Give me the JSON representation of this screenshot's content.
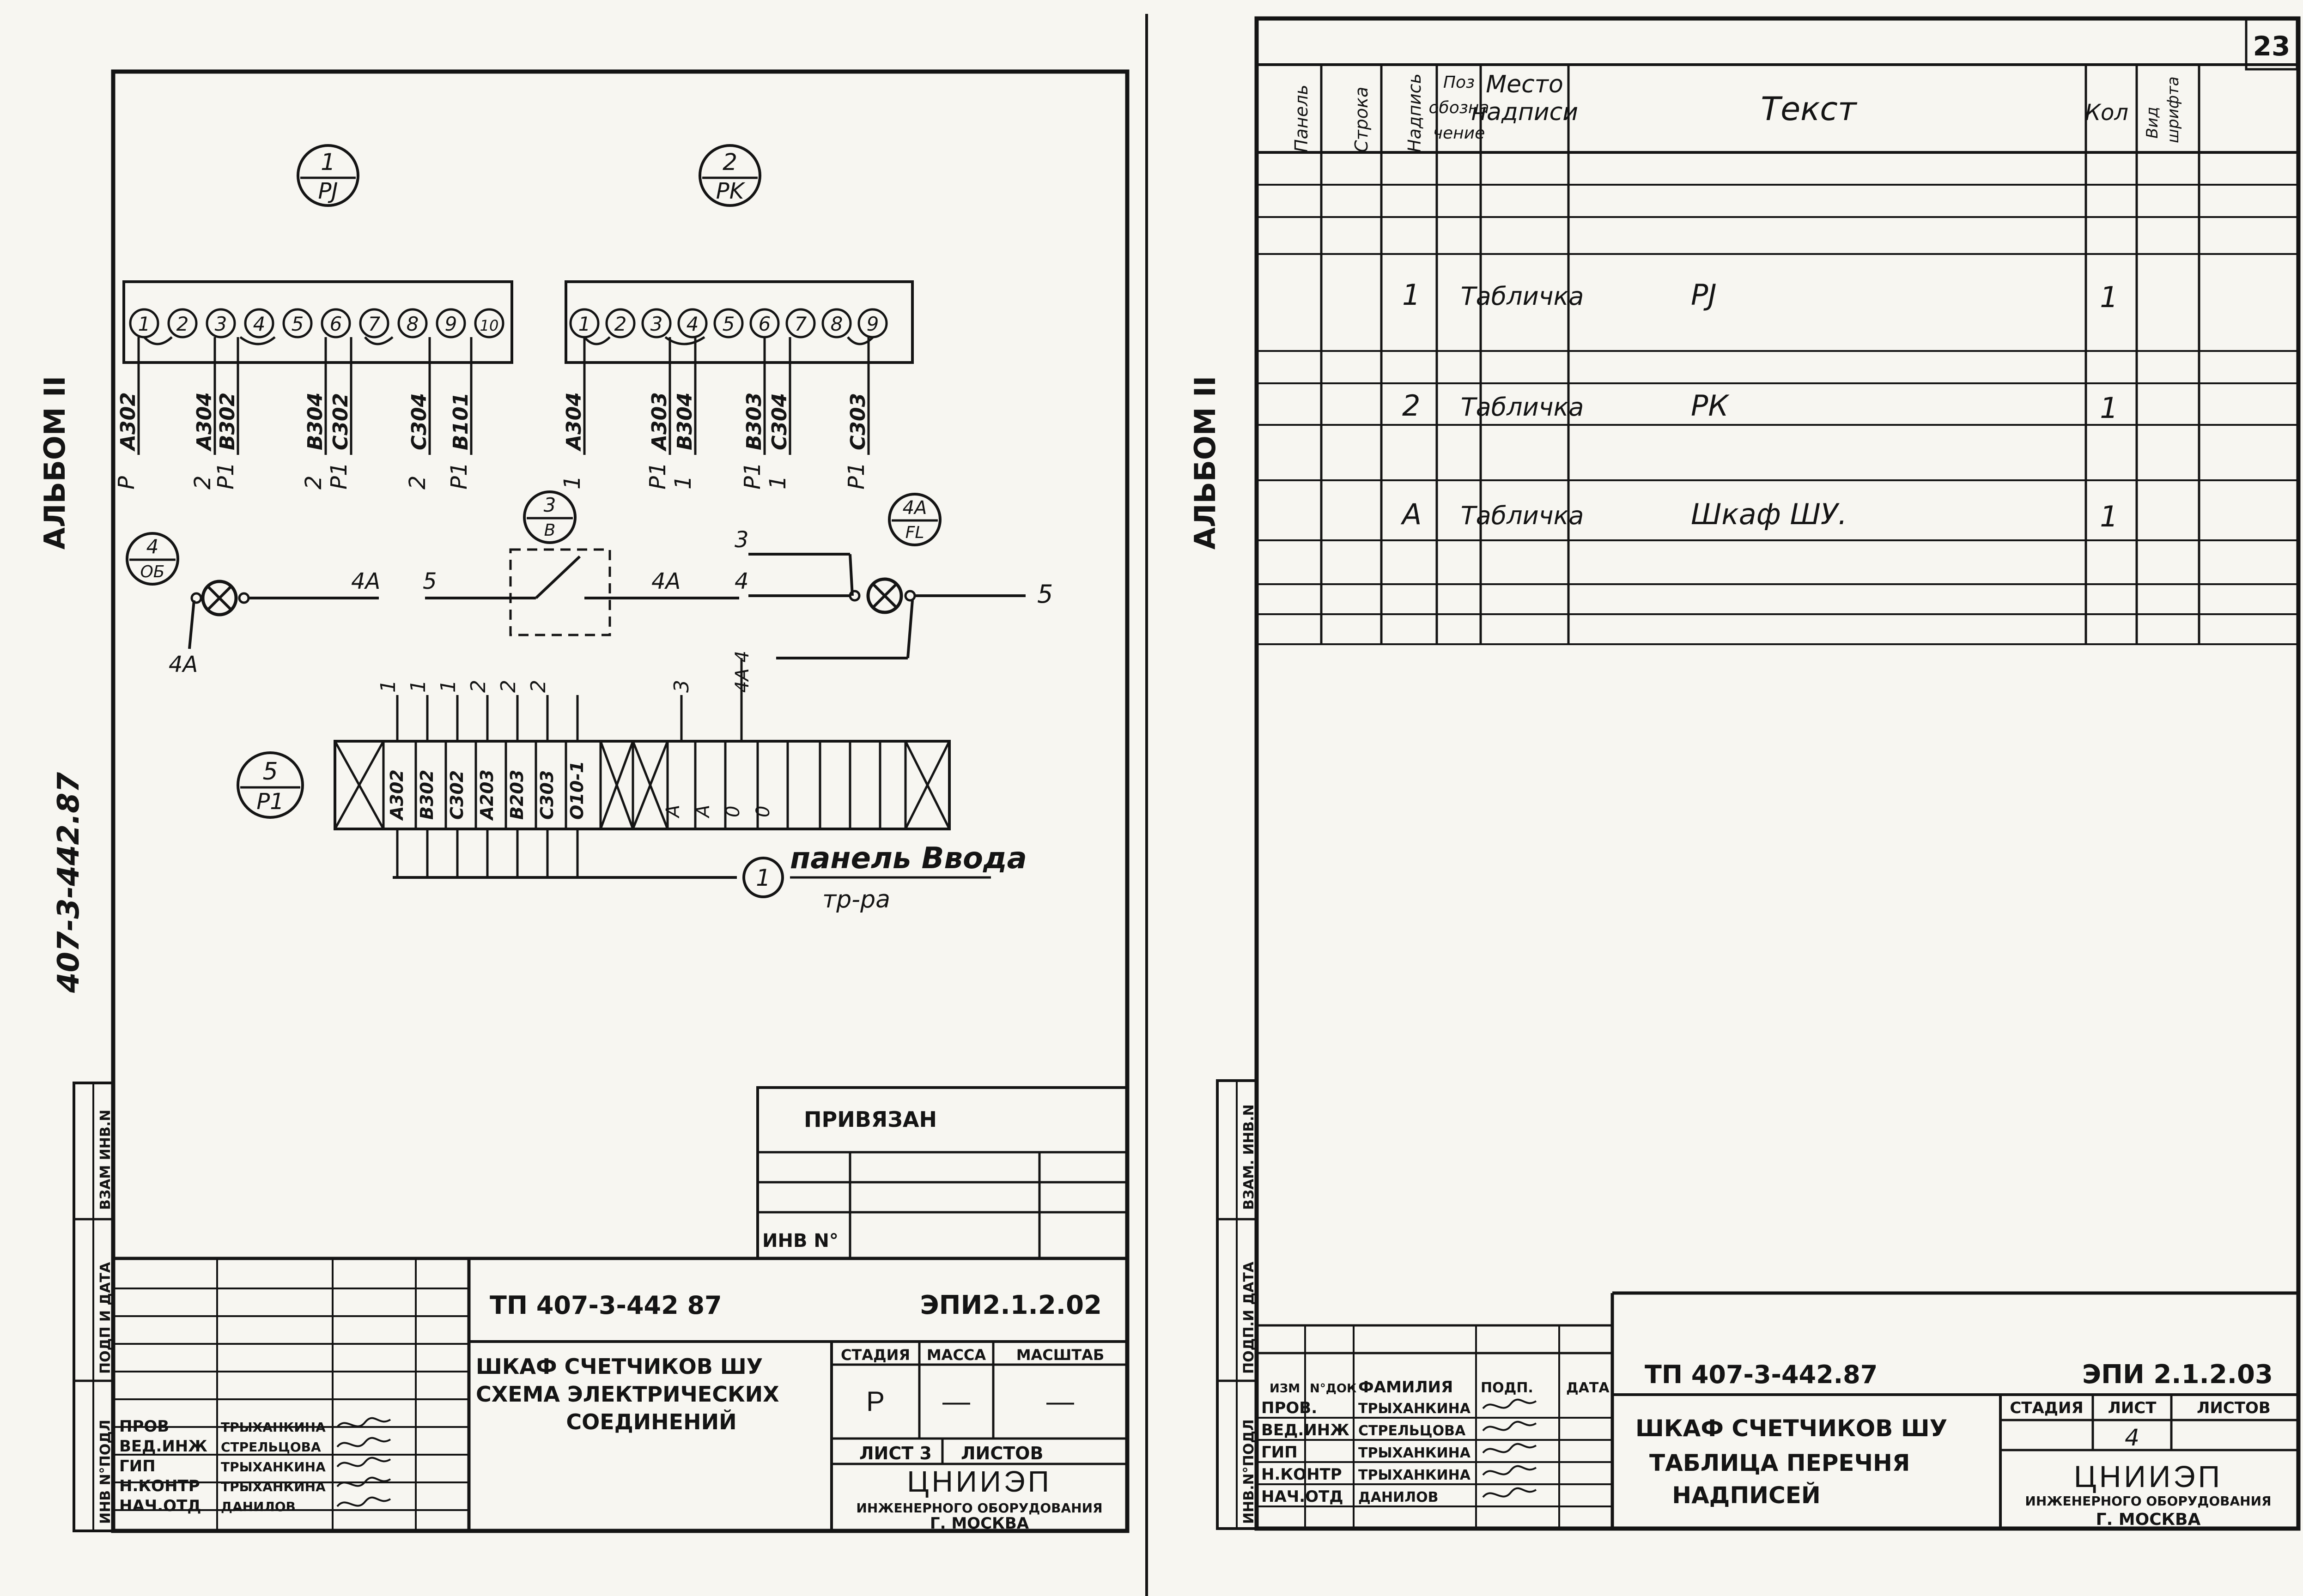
{
  "page_number": "23",
  "left_sheet": {
    "album": "АЛЬБОМ II",
    "doc_side": "407-3-442.87",
    "stamps": {
      "vzam": "ВЗАМ ИНВ.N",
      "podp": "ПОДП И ДАТА",
      "inv": "ИНВ N°ПОДЛ"
    },
    "markers": [
      {
        "num": "1",
        "code": "PJ"
      },
      {
        "num": "2",
        "code": "PK"
      },
      {
        "num": "4",
        "code": "ОБ"
      },
      {
        "num": "3",
        "code": "В"
      },
      {
        "num": "4А",
        "code": "FL"
      },
      {
        "num": "5",
        "code": "P1"
      }
    ],
    "blockA": {
      "terminals": [
        "1",
        "2",
        "3",
        "4",
        "5",
        "6",
        "7",
        "8",
        "9",
        "10"
      ],
      "wires": [
        "А302",
        "А304",
        "В302",
        "В304",
        "С302",
        "С304",
        "В101"
      ],
      "ends": [
        "Р",
        "2",
        "Р1",
        "2",
        "Р1",
        "2",
        "Р1"
      ]
    },
    "blockB": {
      "terminals": [
        "1",
        "2",
        "3",
        "4",
        "5",
        "6",
        "7",
        "8",
        "9"
      ],
      "wires": [
        "А304",
        "А303",
        "В304",
        "В303",
        "С304",
        "С303"
      ],
      "ends": [
        "1",
        "Р1",
        "1",
        "Р1",
        "1",
        "Р1"
      ]
    },
    "circuit": {
      "lamp_left_lbl": "4А",
      "lamp_left_wire": "4А",
      "sw_in": "5",
      "sw_out": "4А",
      "right_top": "3",
      "right_mid": "4",
      "right_out": "5",
      "bottom_wire": "4А 4"
    },
    "strip": {
      "top_nums": [
        "1",
        "1",
        "1",
        "2",
        "2",
        "2",
        "3",
        "4А 4"
      ],
      "labels": [
        "А302",
        "В302",
        "С302",
        "А203",
        "В203",
        "С303",
        "О10-1"
      ],
      "right_labels": [
        "А",
        "А",
        "0",
        "0"
      ]
    },
    "panel_num": "1",
    "panel_text": "панель Ввода",
    "panel_sub": "тр-ра",
    "privyazan": "ПРИВЯЗАН",
    "inv_no": "ИНВ N°",
    "title_block": {
      "code": "ТП 407-3-442 87",
      "doc": "ЭПИ2.1.2.02",
      "name1": "ШКАФ СЧЕТЧИКОВ ШУ",
      "name2": "СХЕМА ЭЛЕКТРИЧЕСКИХ",
      "name3": "СОЕДИНЕНИЙ",
      "h_stage": "СТАДИЯ",
      "h_mass": "МАССА",
      "h_scale": "МАСШТАБ",
      "stage": "Р",
      "mass": "—",
      "scale": "—",
      "sheet": "ЛИСТ 3",
      "sheets": "ЛИСТОВ",
      "org1": "ЦНИИЭП",
      "org2": "ИНЖЕНЕРНОГО ОБОРУДОВАНИЯ",
      "org3": "Г. МОСКВА",
      "people": [
        {
          "role": "ПРОВ",
          "name": "ТРЫХАНКИНА"
        },
        {
          "role": "ВЕД.ИНЖ",
          "name": "СТРЕЛЬЦОВА"
        },
        {
          "role": "ГИП",
          "name": "ТРЫХАНКИНА"
        },
        {
          "role": "Н.КОНТР",
          "name": "ТРЫХАНКИНА"
        },
        {
          "role": "НАЧ.ОТД",
          "name": "ДАНИЛОВ"
        }
      ]
    }
  },
  "right_sheet": {
    "album": "АЛЬБОМ II",
    "stamps": {
      "vzam": "ВЗАМ. ИНВ.N",
      "podp": "ПОДП.И ДАТА",
      "inv": "ИНВ.N°ПОДЛ"
    },
    "headers": {
      "panel": "Панель",
      "row": "Строка",
      "label": "Надпись",
      "pos1": "Поз",
      "pos2": "обозна",
      "pos3": "чение",
      "place1": "Место",
      "place2": "надписи",
      "text": "Текст",
      "qty": "Кол",
      "font1": "Вид",
      "font2": "шрифта"
    },
    "rows": [
      {
        "label": "1",
        "place": "Табличка",
        "text": "РЈ",
        "qty": "1"
      },
      {
        "label": "2",
        "place": "Табличка",
        "text": "РК",
        "qty": "1"
      },
      {
        "label": "А",
        "place": "Табличка",
        "text": "Шкаф ШУ.",
        "qty": "1"
      }
    ],
    "title_block": {
      "code": "ТП 407-3-442.87",
      "doc": "ЭПИ 2.1.2.03",
      "name1": "ШКАФ СЧЕТЧИКОВ ШУ",
      "name2": "ТАБЛИЦА ПЕРЕЧНЯ",
      "name3": "НАДПИСЕЙ",
      "h_izm": "ИЗМ",
      "h_nodoc": "N°ДОК",
      "h_fam": "ФАМИЛИЯ",
      "h_podp": "ПОДП.",
      "h_date": "ДАТА",
      "h_stage": "СТАДИЯ",
      "h_sheet": "ЛИСТ",
      "h_sheets": "ЛИСТОВ",
      "sheet_val": "4",
      "org1": "ЦНИИЭП",
      "org2": "ИНЖЕНЕРНОГО ОБОРУДОВАНИЯ",
      "org3": "Г. МОСКВА",
      "people": [
        {
          "role": "ПРОВ.",
          "name": "ТРЫХАНКИНА"
        },
        {
          "role": "ВЕД.ИНЖ",
          "name": "СТРЕЛЬЦОВА"
        },
        {
          "role": "ГИП",
          "name": "ТРЫХАНКИНА"
        },
        {
          "role": "Н.КОНТР",
          "name": "ТРЫХАНКИНА"
        },
        {
          "role": "НАЧ.ОТД",
          "name": "ДАНИЛОВ"
        }
      ]
    }
  }
}
